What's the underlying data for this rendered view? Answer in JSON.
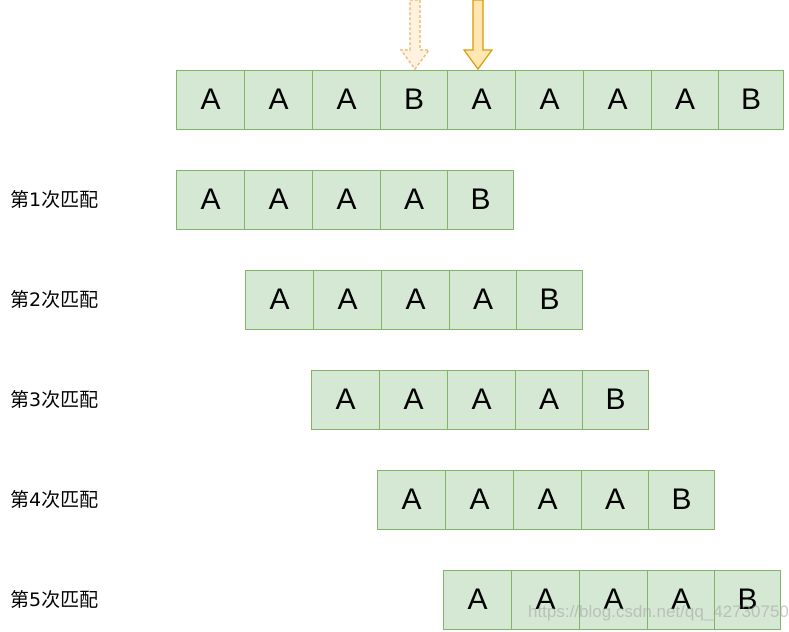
{
  "text_row": {
    "cells": [
      "A",
      "A",
      "A",
      "B",
      "A",
      "A",
      "A",
      "A",
      "B"
    ]
  },
  "pattern": {
    "cells": [
      "A",
      "A",
      "A",
      "A",
      "B"
    ]
  },
  "attempts": [
    {
      "label": "第1次匹配"
    },
    {
      "label": "第2次匹配"
    },
    {
      "label": "第3次匹配"
    },
    {
      "label": "第4次匹配"
    },
    {
      "label": "第5次匹配"
    }
  ],
  "arrows": {
    "previous": {
      "style": "dashed",
      "color": "#f3cfa0"
    },
    "current": {
      "style": "solid",
      "color": "#f7c47a",
      "stroke": "#d79b00",
      "fill": "#ffe6b3"
    }
  },
  "watermark": "https://blog.csdn.net/qq_42730750",
  "colors": {
    "cell_fill": "#d5e8d4",
    "cell_border": "#82b366",
    "text": "#000000"
  }
}
